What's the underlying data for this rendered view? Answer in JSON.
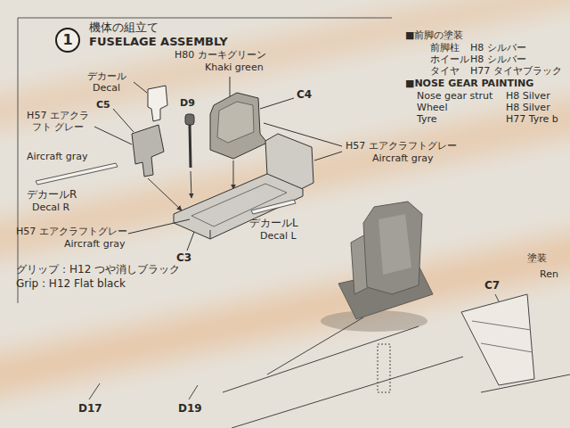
{
  "diagram": {
    "title": "FUSELAGE ASSEMBLY",
    "nodes": [
      {
        "text": [
          "1"
        ]
      }
    ],
    "labels": [
      "機体の組立て",
      "H80 カーキグリーン",
      "Khaki green",
      "C4",
      "デカール",
      "Decal",
      "D9",
      "C5",
      "H57 エアクラフト グレー",
      "Aircraft gray",
      "デカールR",
      "Decal R",
      "H57 エアクラフトグレー",
      "Aircraft gray",
      "C3",
      "デカールL",
      "Decal L",
      "H57 エアクラフトグレー",
      "Aircraft gray",
      "グリップ：H12 つや消しブラック",
      "Grip : H12 Flat black",
      "■前脚の塗装",
      "前脚柱",
      "H8 シルバー",
      "ホイール",
      "H8 シルバー",
      "タイヤ",
      "H77 タイヤブラック",
      "■NOSE GEAR PAINTING",
      "Nose gear strut",
      "H8 Silver",
      "Wheel",
      "H8 Silver",
      "Tyre",
      "H77 Tyre b",
      "C7",
      "塗装",
      "Ren",
      "D17",
      "D19"
    ]
  }
}
